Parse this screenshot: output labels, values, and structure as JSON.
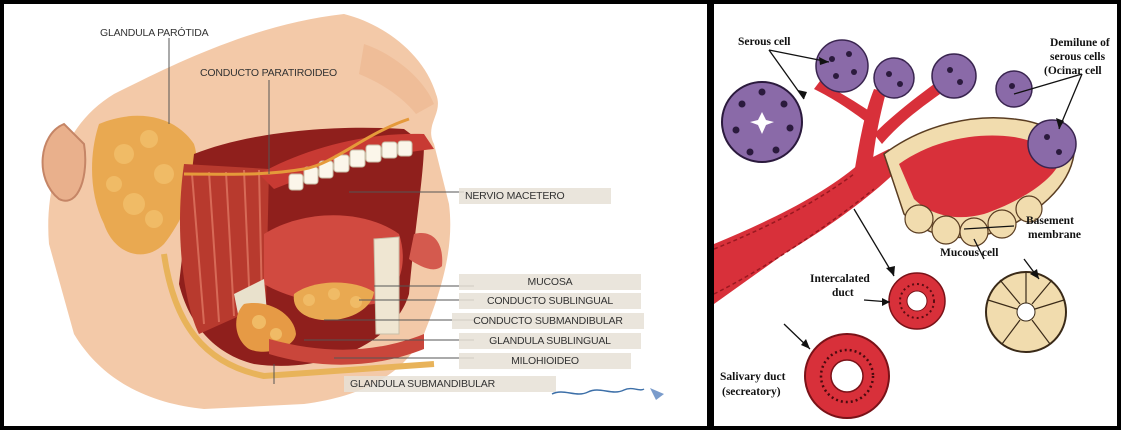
{
  "left_panel": {
    "labels": {
      "glandula_parotida": "GLANDULA PARÓTIDA",
      "conducto_paratiroideo": "CONDUCTO PARATIROIDEO",
      "nervio_macetero": "NERVIO MACETERO",
      "mucosa": "MUCOSA",
      "conducto_sublingual": "CONDUCTO SUBLINGUAL",
      "conducto_submandibular": "CONDUCTO SUBMANDIBULAR",
      "glandula_sublingual": "GLANDULA SUBLINGUAL",
      "milohioideo": "MILOHIOIDEO",
      "glandula_submandibular": "GLANDULA SUBMANDIBULAR"
    }
  },
  "right_panel": {
    "labels": {
      "serous_cell": "Serous cell",
      "demilune_1": "Demilune of",
      "demilune_2": "serous cells",
      "demilune_3": "(Ocinar cell",
      "basement_1": "Basement",
      "basement_2": "membrane",
      "mucous_cell": "Mucous cell",
      "intercalated_1": "Intercalated",
      "intercalated_2": "duct",
      "salivary_1": "Salivary duct",
      "salivary_2": "(secreatory)"
    }
  },
  "colors": {
    "skin": "#f3c9a8",
    "muscle": "#c8302b",
    "gland": "#e8a04a",
    "serous_purple": "#8a6aa8",
    "mucous_beige": "#f1dcae",
    "duct_red": "#d8303a"
  }
}
